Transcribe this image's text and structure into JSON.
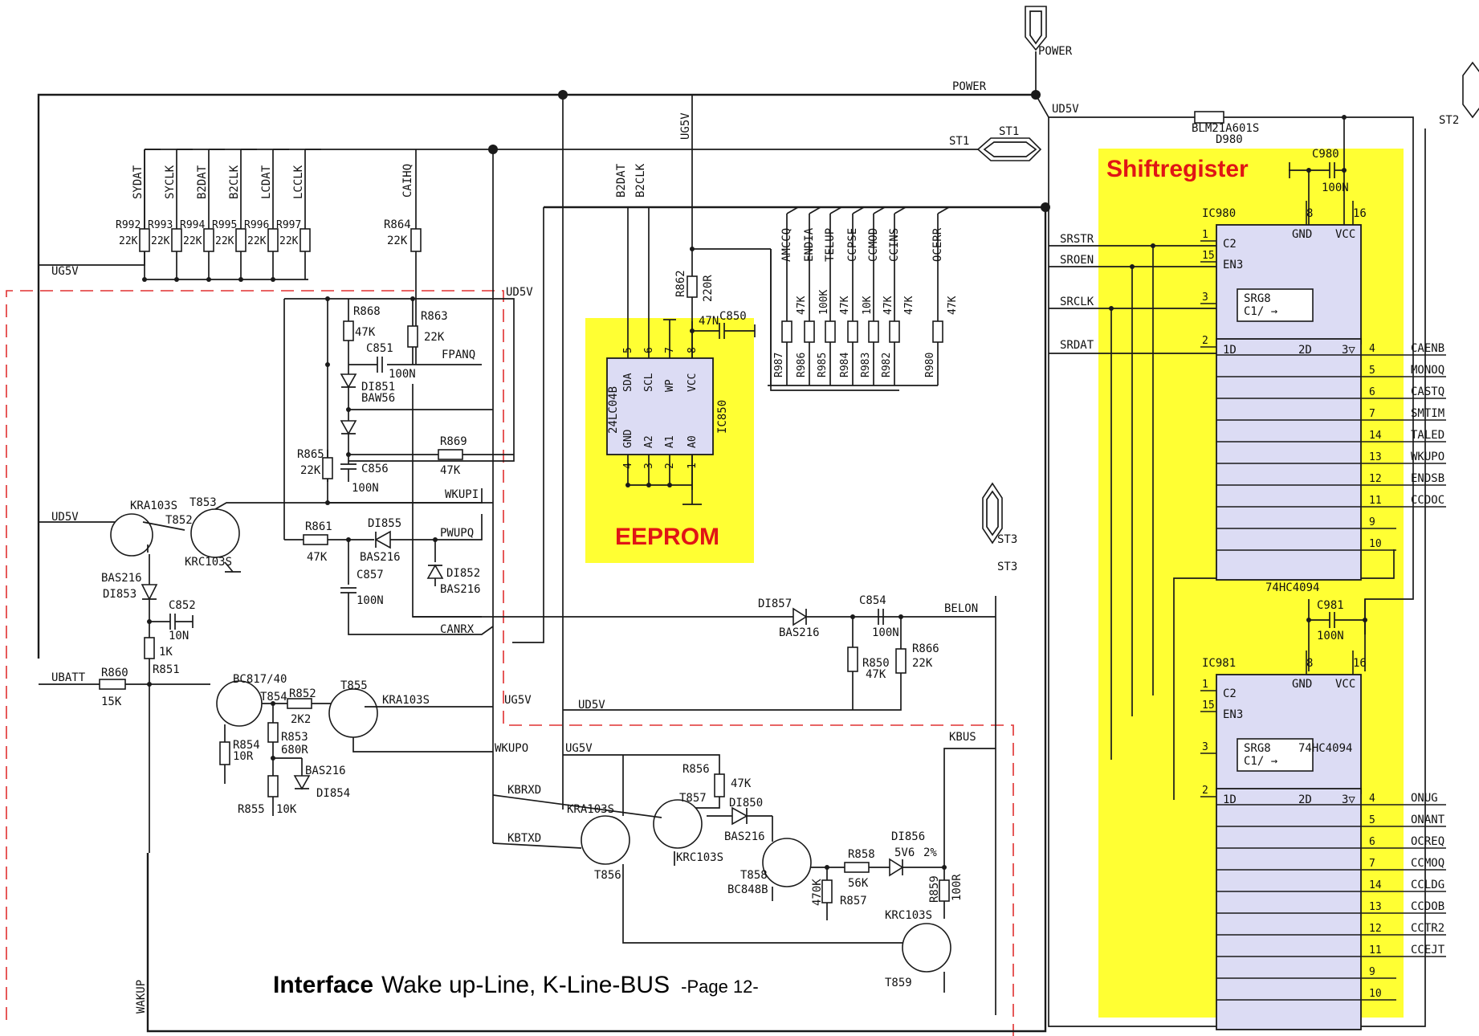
{
  "caption": {
    "bold": "Interface",
    "text": "Wake up-Line, K-Line-BUS",
    "page": "-Page 12-"
  },
  "blocks": {
    "shiftregister": "Shiftregister",
    "eeprom": "EEPROM"
  },
  "connectors": {
    "power": "POWER",
    "st1": "ST1",
    "st2": "ST2",
    "st3": "ST3"
  },
  "nets": {
    "power": "POWER",
    "ud5v": "UD5V",
    "st1": "ST1",
    "ug5v": "UG5V",
    "ubatt": "UBATT",
    "wakup": "WAKUP",
    "fpanq": "FPANQ",
    "wkupi": "WKUPI",
    "pwupq": "PWUPQ",
    "canrx": "CANRX",
    "belon": "BELON",
    "wkupo": "WKUPO",
    "kbrxd": "KBRXD",
    "kbtxd": "KBTXD",
    "kbus": "KBUS",
    "srstr": "SRSTR",
    "sroen": "SROEN",
    "srclk": "SRCLK",
    "srdat": "SRDAT",
    "top_signals": [
      "SYDAT",
      "SYCLK",
      "B2DAT",
      "B2CLK",
      "LCDAT",
      "LCCLK"
    ],
    "caihq": "CAIHQ",
    "b2dat": "B2DAT",
    "b2clk": "B2CLK",
    "ic980_outputs": [
      "CAENB",
      "MONOQ",
      "CASTQ",
      "SMTIM",
      "TALED",
      "WKUPO",
      "ENDSB",
      "CCDOC"
    ],
    "ic981_outputs": [
      "ONUG",
      "ONANT",
      "OCREQ",
      "CCMOQ",
      "CCLDG",
      "CCDOB",
      "CCTR2",
      "CCEJT"
    ],
    "right_inputs": [
      "AMCCQ",
      "ENDIA",
      "TELUP",
      "CCPSE",
      "CCMOD",
      "CCINS",
      "OCERR"
    ]
  },
  "resistors_top": [
    {
      "ref": "R992",
      "val": "22K"
    },
    {
      "ref": "R993",
      "val": "22K"
    },
    {
      "ref": "R994",
      "val": "22K"
    },
    {
      "ref": "R995",
      "val": "22K"
    },
    {
      "ref": "R996",
      "val": "22K"
    },
    {
      "ref": "R997",
      "val": "22K"
    }
  ],
  "resistors_pullup": [
    {
      "ref": "R987",
      "val": "47K"
    },
    {
      "ref": "R986",
      "val": "100K"
    },
    {
      "ref": "R985",
      "val": "47K"
    },
    {
      "ref": "R984",
      "val": "10K"
    },
    {
      "ref": "R983",
      "val": "47K"
    },
    {
      "ref": "R982",
      "val": "47K"
    },
    {
      "ref": "R980",
      "val": "47K"
    }
  ],
  "parts": {
    "r864": {
      "ref": "R864",
      "val": "22K"
    },
    "r868": {
      "ref": "R868",
      "val": "47K"
    },
    "r863": {
      "ref": "R863",
      "val": "22K"
    },
    "c851": {
      "ref": "C851",
      "val": "100N"
    },
    "di851": {
      "ref": "DI851",
      "val": "BAW56"
    },
    "r865": {
      "ref": "R865",
      "val": "22K"
    },
    "c856": {
      "ref": "C856",
      "val": "100N"
    },
    "r869": {
      "ref": "R869",
      "val": "47K"
    },
    "r861": {
      "ref": "R861",
      "val": "47K"
    },
    "di855": {
      "ref": "DI855",
      "val": "BAS216"
    },
    "di852": {
      "ref": "DI852",
      "val": "BAS216"
    },
    "c857": {
      "ref": "C857",
      "val": "100N"
    },
    "r862": {
      "ref": "R862",
      "val": "220R"
    },
    "c850": {
      "ref": "C850",
      "val": "47N"
    },
    "ic850": {
      "ref": "IC850",
      "type": "24LC04B",
      "pins": [
        "SDA",
        "SCL",
        "WP",
        "VCC",
        "GND",
        "A2",
        "A1",
        "A0"
      ],
      "nums_top": [
        "5",
        "6",
        "7",
        "8"
      ],
      "nums_bot": [
        "4",
        "3",
        "2",
        "1"
      ]
    },
    "t853": {
      "ref": "T853",
      "type": "KRA103S"
    },
    "t852": {
      "ref": "T852",
      "type": "KRC103S"
    },
    "di853": {
      "ref": "DI853",
      "val": "BAS216"
    },
    "c852": {
      "ref": "C852",
      "val": "10N"
    },
    "r851": {
      "ref": "R851",
      "val": "1K"
    },
    "r860": {
      "ref": "R860",
      "val": "15K"
    },
    "t854": {
      "ref": "T854",
      "type": "BC817/40"
    },
    "r852": {
      "ref": "R852",
      "val": "2K2"
    },
    "r853": {
      "ref": "R853",
      "val": "680R"
    },
    "r854": {
      "ref": "R854",
      "val": "10R"
    },
    "r855": {
      "ref": "R855",
      "val": "10K"
    },
    "di854": {
      "ref": "DI854",
      "val": "BAS216"
    },
    "t855": {
      "ref": "T855",
      "type": "KRA103S"
    },
    "di857": {
      "ref": "DI857",
      "val": "BAS216"
    },
    "c854": {
      "ref": "C854",
      "val": "100N"
    },
    "r850": {
      "ref": "R850",
      "val": "47K"
    },
    "r866": {
      "ref": "R866",
      "val": "22K"
    },
    "r856": {
      "ref": "R856",
      "val": "47K"
    },
    "t857": {
      "ref": "T857",
      "type": "KRC103S"
    },
    "t856": {
      "ref": "T856",
      "type": "KRA103S"
    },
    "di850": {
      "ref": "DI850",
      "val": "BAS216"
    },
    "t858": {
      "ref": "T858",
      "type": "BC848B"
    },
    "r858": {
      "ref": "R858",
      "val": "56K"
    },
    "r857": {
      "ref": "R857",
      "val": "470K"
    },
    "di856": {
      "ref": "DI856",
      "val": "5V6",
      "tol": "2%"
    },
    "r859": {
      "ref": "R859",
      "val": "100R"
    },
    "t859": {
      "ref": "T859",
      "type": "KRC103S"
    },
    "c980": {
      "ref": "C980",
      "val": "100N"
    },
    "c981": {
      "ref": "C981",
      "val": "100N"
    },
    "l980": {
      "type": "BLM21A601S",
      "ref": "D980"
    }
  },
  "ic980": {
    "ref": "IC980",
    "gnd": "GND",
    "vcc": "VCC",
    "gnd_pin": "8",
    "vcc_pin": "16",
    "c2": "C2",
    "en3": "EN3",
    "srg": "SRG8",
    "c1": "C1/",
    "d1": "1D",
    "d2": "2D",
    "d3": "3",
    "in_pins": [
      "1",
      "15",
      "3",
      "2"
    ],
    "out_pins": [
      "4",
      "5",
      "6",
      "7",
      "14",
      "13",
      "12",
      "11",
      "9",
      "10"
    ]
  },
  "ic981": {
    "ref": "IC981",
    "type": "74HC4094",
    "type_above": "74HC4094",
    "gnd": "GND",
    "vcc": "VCC",
    "gnd_pin": "8",
    "vcc_pin": "16",
    "c2": "C2",
    "en3": "EN3",
    "srg": "SRG8",
    "c1": "C1/",
    "d1": "1D",
    "d2": "2D",
    "d3": "3",
    "in_pins": [
      "1",
      "15",
      "3",
      "2"
    ],
    "out_pins": [
      "4",
      "5",
      "6",
      "7",
      "14",
      "13",
      "12",
      "11",
      "9",
      "10"
    ]
  },
  "colors": {
    "highlight": "#ffff33",
    "chip_fill": "#dcdcf4",
    "heading": "#e01515",
    "dashed_region": "#e03030"
  }
}
